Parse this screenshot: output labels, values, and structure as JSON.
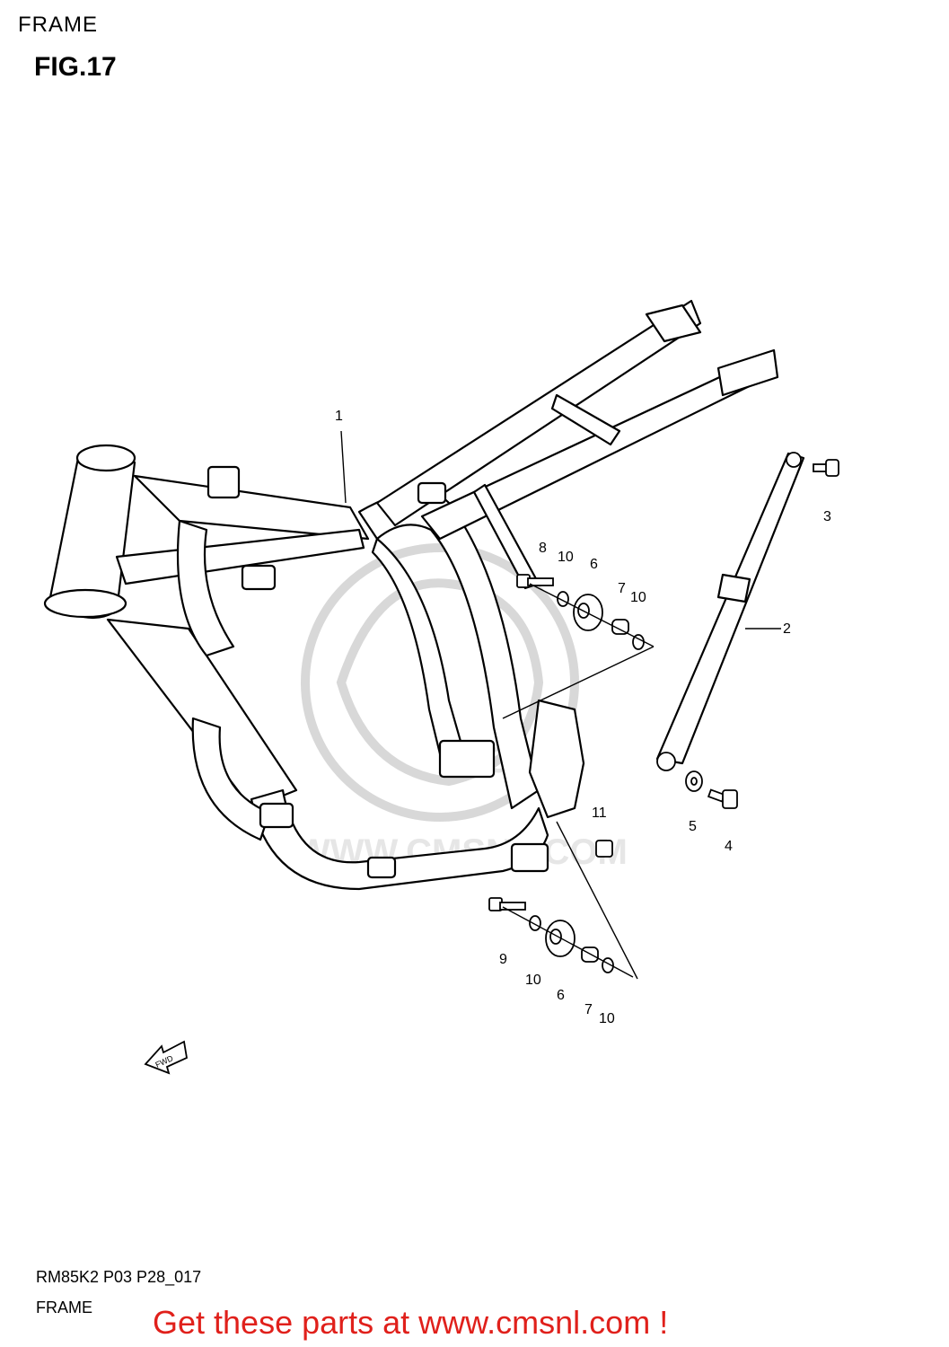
{
  "header": {
    "title": "FRAME",
    "figure": "FIG.17"
  },
  "footer": {
    "code": "RM85K2 P03 P28_017",
    "name": "FRAME"
  },
  "promo": "Get these parts at www.cmsnl.com !",
  "watermark": {
    "text": "WWW.CMSNL.COM",
    "logo": "CMS"
  },
  "fwd_label": "FWD",
  "callouts": {
    "c1": "1",
    "c2": "2",
    "c3": "3",
    "c4": "4",
    "c5": "5",
    "c6a": "6",
    "c6b": "6",
    "c7a": "7",
    "c7b": "7",
    "c8": "8",
    "c9": "9",
    "c10a": "10",
    "c10b": "10",
    "c10c": "10",
    "c10d": "10",
    "c11": "11"
  },
  "colors": {
    "promo": "#e0201b",
    "watermark": "#d8d8d8"
  }
}
